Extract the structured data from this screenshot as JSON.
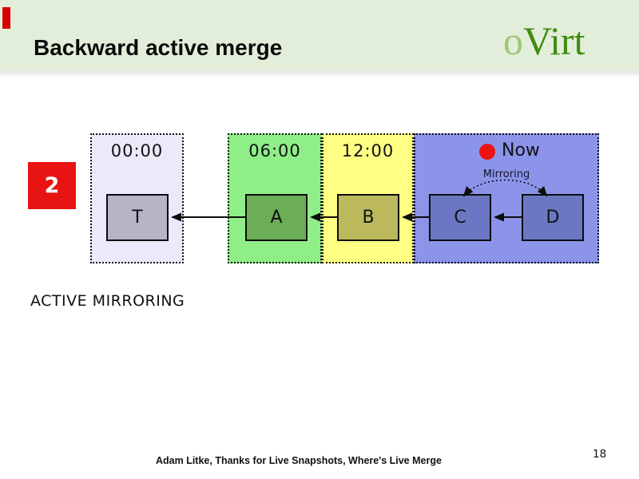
{
  "slide": {
    "title": "Backward active merge",
    "logo": {
      "prefix": "o",
      "rest": "Virt",
      "prefix_color": "#9cc873",
      "rest_color": "#3e8c10"
    },
    "header_bg": "#e3eeda",
    "step_badge": {
      "label": "2",
      "color": "#e81414"
    },
    "caption": "ACTIVE MIRRORING",
    "footer": "Adam Litke, Thanks for Live Snapshots, Where's Live Merge",
    "page_number": "18"
  },
  "timeline": {
    "panels": [
      {
        "time_label": "00:00",
        "bg": "#eaeafb",
        "box": {
          "label": "T",
          "fill": "#b5b5c6"
        }
      },
      {
        "time_label": "06:00",
        "bg": "#90ee88",
        "box": {
          "label": "A",
          "fill": "#6cad58"
        }
      },
      {
        "time_label": "12:00",
        "bg": "#ffff84",
        "box": {
          "label": "B",
          "fill": "#bcb95d"
        }
      },
      {
        "time_label": "Now",
        "bg": "#8b94e9",
        "now_dot_color": "#ee1111",
        "mirroring_label": "Mirroring",
        "boxes": [
          {
            "label": "C",
            "fill": "#6b77c2"
          },
          {
            "label": "D",
            "fill": "#6b77c2"
          }
        ]
      }
    ]
  }
}
